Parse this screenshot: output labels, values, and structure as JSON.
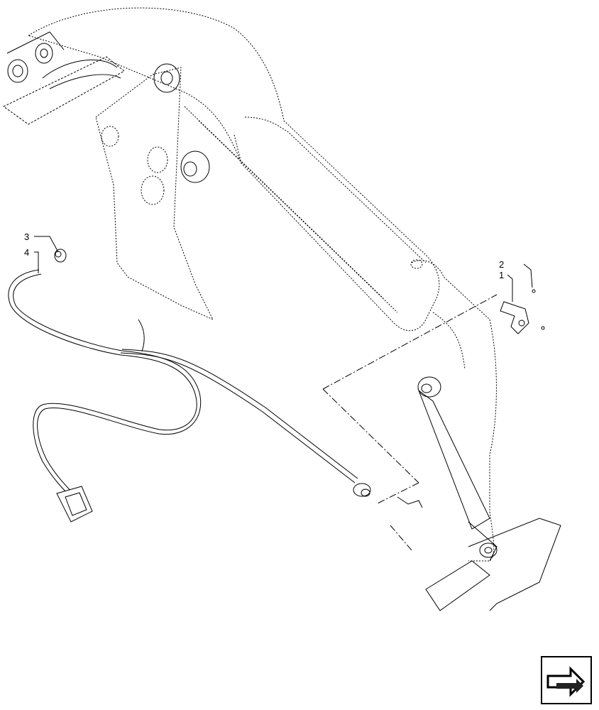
{
  "callouts": [
    {
      "id": "c1",
      "label": "1"
    },
    {
      "id": "c2",
      "label": "2"
    },
    {
      "id": "c3",
      "label": "3"
    },
    {
      "id": "c4",
      "label": "4"
    }
  ],
  "icons": {
    "navigation": "next-page-arrow-icon"
  },
  "colors": {
    "line": "#000000",
    "background": "#ffffff",
    "arrow_fill": "#222222"
  }
}
